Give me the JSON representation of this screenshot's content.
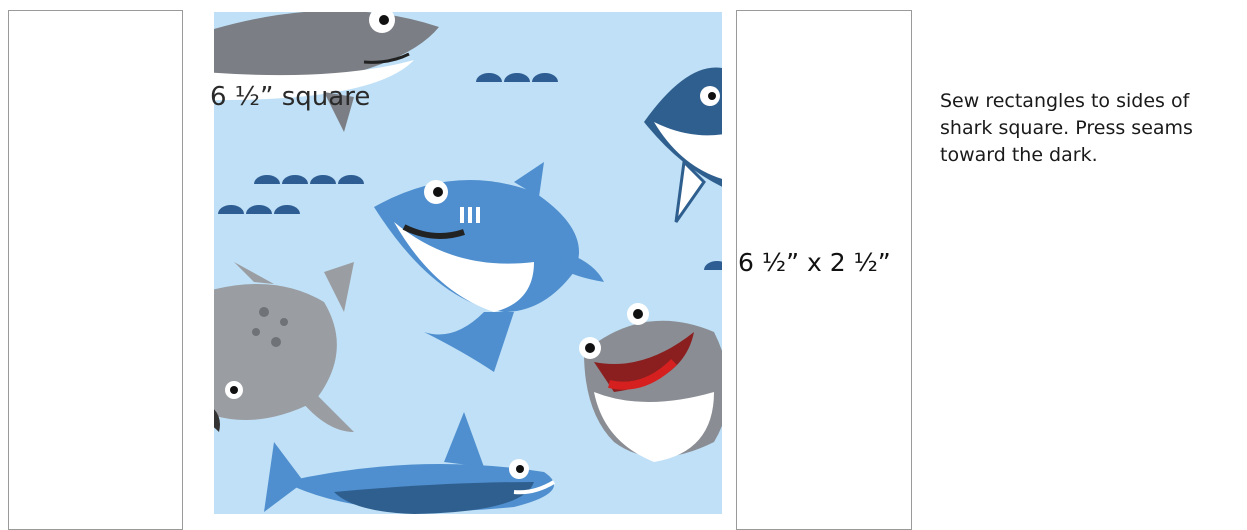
{
  "fabric_square": {
    "label": "6 ½” square"
  },
  "side_rectangle": {
    "label": "6 ½” x 2 ½”"
  },
  "instructions": {
    "text": "Sew rectangles to sides of shark square.  Press seams toward the dark."
  },
  "colors": {
    "fabric_background": "#bfe0f6",
    "shark_light_blue": "#4f8fcf",
    "shark_navy": "#2f5f8f",
    "shark_grey": "#8a8d93",
    "rectangle_border": "#9a9a9a"
  }
}
